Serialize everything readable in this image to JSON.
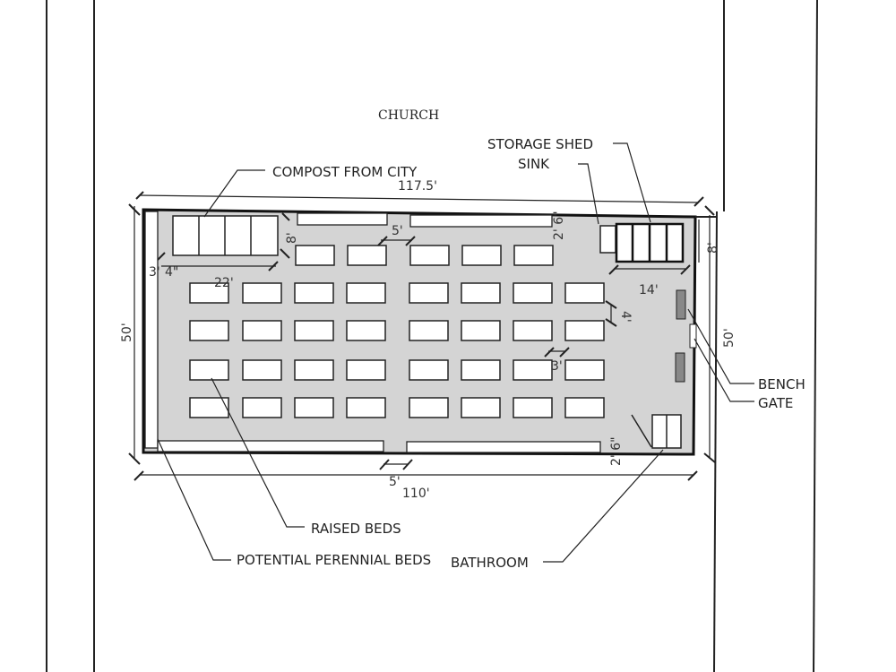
{
  "labels": {
    "church": "CHURCH",
    "storage_shed": "STORAGE SHED",
    "sink": "SINK",
    "compost": "COMPOST FROM CITY",
    "bench": "BENCH",
    "gate": "GATE",
    "raised_beds": "RAISED BEDS",
    "perennial_beds": "POTENTIAL PERENNIAL BEDS",
    "bathroom": "BATHROOM"
  },
  "dimensions": {
    "top_length": "117.5'",
    "bottom_length": "110'",
    "left_height": "50'",
    "right_height": "50'",
    "compost_depth": "8'",
    "compost_width": "22'",
    "compost_offset_a": "3'",
    "compost_offset_b": "4\"",
    "bed_gap_top": "5'",
    "bed_row_gap": "4'",
    "bed_col_gap": "3'",
    "perennial_top_width": "2' 6\"",
    "perennial_bottom_width": "2' 6\"",
    "shed_width": "14'",
    "shed_depth": "8'",
    "gate_gap_bottom": "5'"
  },
  "raised_bed_rows": [
    5,
    8,
    8,
    8,
    8
  ],
  "colors": {
    "garden_fill": "#d4d4d4",
    "line": "#222222"
  }
}
